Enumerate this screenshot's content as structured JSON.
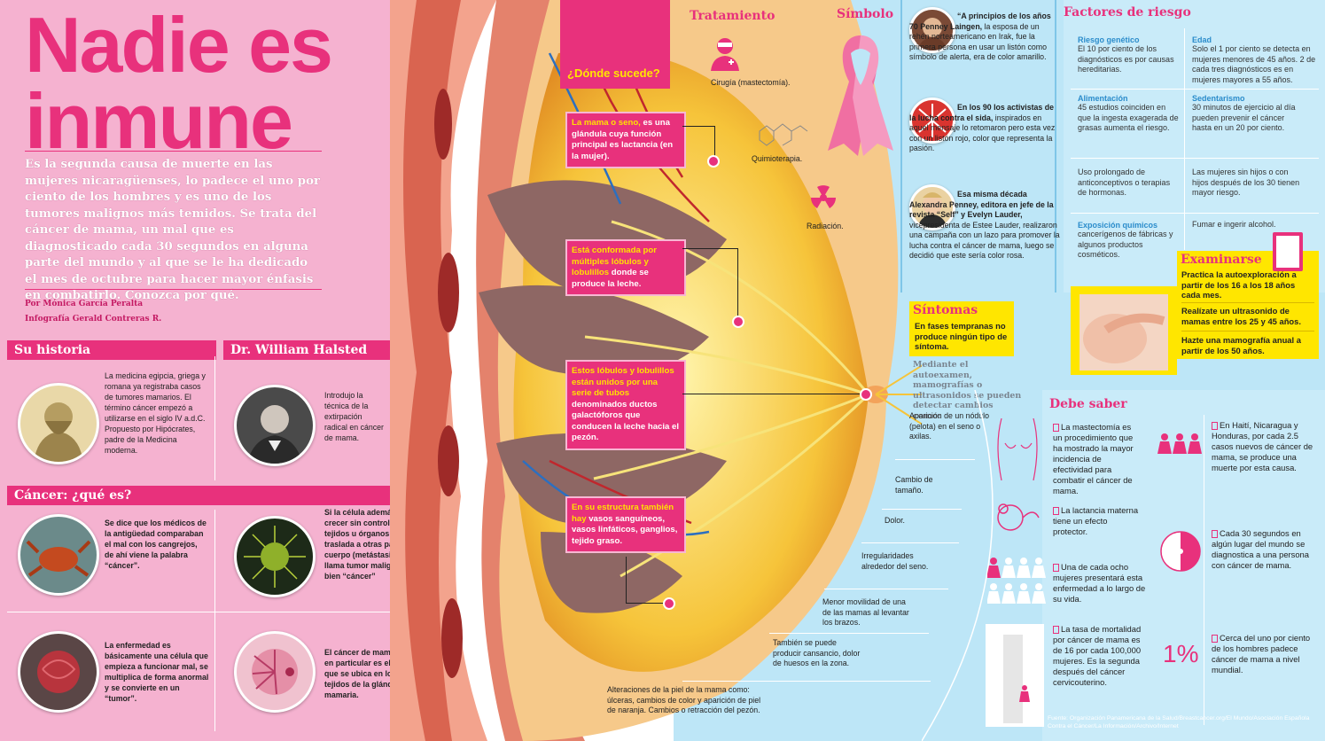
{
  "title": "Nadie es inmune",
  "intro": "Es la segunda causa de muerte en las mujeres nicaragüenses, lo padece el uno por ciento de los hombres y es uno de los tumores malignos más temidos. Se trata del cáncer de mama, un mal que es diagnosticado cada 30 segundos en alguna parte del mundo y al que se le ha dedicado el mes de octubre para hacer mayor énfasis en combatirlo. Conozca por qué.",
  "credits": {
    "author": "Por Mónica García Peralta",
    "infographic": "Infografía Gerald Contreras R."
  },
  "su_historia": {
    "heading": "Su historia",
    "text": "La medicina egipcia, griega y romana ya registraba casos de tumores mamarios. El término cáncer empezó a utilizarse en el siglo IV a.d.C. Propuesto por Hipócrates, padre de la Medicina moderna."
  },
  "halsted": {
    "heading": "Dr. William Halsted",
    "text": "Introdujo la técnica de la extirpación radical en cáncer de mama."
  },
  "cancer": {
    "heading": "Cáncer: ¿qué es?",
    "items": [
      "Se dice que los médicos de la antigüedad comparaban el mal con los cangrejos, de ahí viene la palabra “cáncer”.",
      "Si la célula además de crecer sin control invade tejidos u órganos y se traslada a otras partes del cuerpo (metástasis) se le llama tumor maligno o bien “cáncer”",
      "La enfermedad es básicamente una célula que empieza a funcionar mal, se multiplica de forma anormal y se convierte en un “tumor”.",
      "El cáncer de mama en particular es el que se ubica en los tejidos de la glándula mamaria."
    ]
  },
  "donde": {
    "heading": "¿Dónde sucede?",
    "boxes": [
      {
        "hl": "La mama o seno,",
        "rest": " es una glándula cuya función principal es lactancia (en la mujer)."
      },
      {
        "hl": "Está conformada por múltiples lóbulos y lobulillos",
        "rest": " donde se produce la leche."
      },
      {
        "hl": "Estos lóbulos y lobulillos están unidos por una serie de tubos",
        "rest": " denominados ductos galactóforos que conducen la leche hacia el pezón."
      },
      {
        "hl": "En su estructura también hay",
        "rest": " vasos sanguíneos, vasos linfáticos, ganglios, tejido graso."
      }
    ]
  },
  "tratamiento": {
    "heading": "Tratamiento",
    "items": [
      "Cirugía (mastectomía).",
      "Quimioterapia.",
      "Radiación."
    ]
  },
  "simbolo": {
    "heading": "Símbolo",
    "items": [
      {
        "bold": "“A principios de los años 70 Penney Laingen,",
        "rest": " la esposa de un rehén norteamericano en Irak, fue la primera persona en usar un listón como símbolo de alerta, era de color amarillo."
      },
      {
        "bold": "En los 90 los activistas de la lucha contra el sida,",
        "rest": " inspirados en aquel mensaje lo retomaron pero esta vez con un listón rojo, color que representa la pasión."
      },
      {
        "bold": "Esa misma década Alexandra Penney, editora en jefe de la revista “Self” y Evelyn Lauder,",
        "rest": " vicepresidenta de Estee Lauder, realizaron una campaña con un lazo para promover la lucha contra el cáncer de mama, luego se decidió que este sería color rosa."
      }
    ]
  },
  "factores": {
    "heading": "Factores de riesgo",
    "items": [
      {
        "title": "Riesgo genético",
        "text": "El 10 por ciento de los diagnósticos es por causas hereditarias."
      },
      {
        "title": "Edad",
        "text": "Solo el 1 por ciento se detecta en mujeres menores de 45 años. 2 de cada tres diagnósticos es en mujeres mayores a 55 años."
      },
      {
        "title": "Alimentación",
        "text": "45 estudios coinciden en que la ingesta exagerada de grasas aumenta el riesgo."
      },
      {
        "title": "Sedentarismo",
        "text": "30 minutos de ejercicio al día pueden prevenir el cáncer hasta en un 20 por ciento."
      },
      {
        "title": "",
        "text": "Uso prolongado de anticonceptivos o terapias de hormonas."
      },
      {
        "title": "",
        "text": "Las mujeres sin hijos o con hijos después de los 30 tienen mayor riesgo."
      },
      {
        "title": "Exposición químicos",
        "text": "cancerígenos de fábricas y algunos productos cosméticos."
      },
      {
        "title": "",
        "text": "Fumar e ingerir alcohol."
      }
    ]
  },
  "examinarse": {
    "heading": "Examinarse",
    "items": [
      "Practica la autoexploración a partir de los 16 a los 18 años cada mes.",
      "Realízate un ultrasonido de mamas entre los 25 y 45 años.",
      "Hazte una mamografía anual a partir de los 50 años."
    ]
  },
  "sintomas": {
    "heading": "Síntomas",
    "box": "En fases tempranas no produce ningún tipo de síntoma.",
    "lead": "Mediante el autoexamen, mamografías o ultrasonidos se pueden detectar cambios como:",
    "items": [
      "Aparición de un nódulo (pelota) en el seno o axilas.",
      "Cambio de tamaño.",
      "Dolor.",
      "Irregularidades alrededor del seno.",
      "Menor movilidad de una de las mamas al levantar los brazos.",
      "También se puede producir cansancio, dolor de huesos en la zona.",
      "Alteraciones de la piel de la mama como: úlceras, cambios de color y aparición de piel de naranja. Cambios o retracción del pezón."
    ]
  },
  "debe_saber": {
    "heading": "Debe saber",
    "items": [
      "La mastectomía es un procedimiento que ha mostrado la mayor incidencia de efectividad para combatir el cáncer de mama.",
      "La lactancia materna tiene un efecto protector.",
      "Una de cada ocho mujeres presentará esta enfermedad a lo largo de su vida.",
      "La tasa de mortalidad por cáncer de mama es de 16 por cada 100,000 mujeres. Es la segunda después del cáncer cervicouterino.",
      "En Haití, Nicaragua y Honduras, por cada 2.5 casos nuevos de cáncer de mama, se produce una muerte por esta causa.",
      "Cada 30 segundos en algún lugar del mundo se diagnostica a una persona con cáncer de mama.",
      "Cerca del uno por ciento de los hombres padece cáncer de mama a nivel mundial."
    ],
    "percent": "1%"
  },
  "fuente": "Fuente: Organización Panamericana de la Salud/Breastcancer.org/El Mundo/Asociación Española Contra el Cáncer/La Información/Archivo/Internet",
  "colors": {
    "pink": "#e8317c",
    "lightpink": "#f5b2d0",
    "blue": "#bde6f7",
    "yellow": "#ffe600"
  }
}
